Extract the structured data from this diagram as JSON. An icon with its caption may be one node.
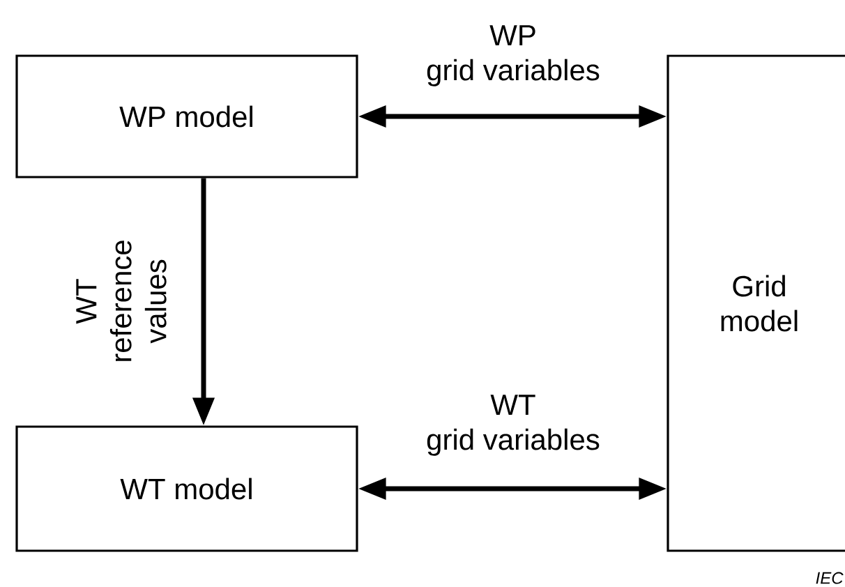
{
  "diagram": {
    "nodes": [
      {
        "text": [
          "WP model"
        ]
      },
      {
        "text": [
          "WT model"
        ]
      },
      {
        "text": [
          "Grid model"
        ]
      }
    ],
    "edges": [
      {
        "from": 0,
        "to": 1,
        "arrow": "to",
        "label": "WT reference values"
      },
      {
        "from": 0,
        "to": 2,
        "arrow": "both",
        "label": "WP grid variables"
      },
      {
        "from": 1,
        "to": 2,
        "arrow": "both",
        "label": "WT grid variables"
      }
    ],
    "labels": [
      "IEC"
    ]
  }
}
